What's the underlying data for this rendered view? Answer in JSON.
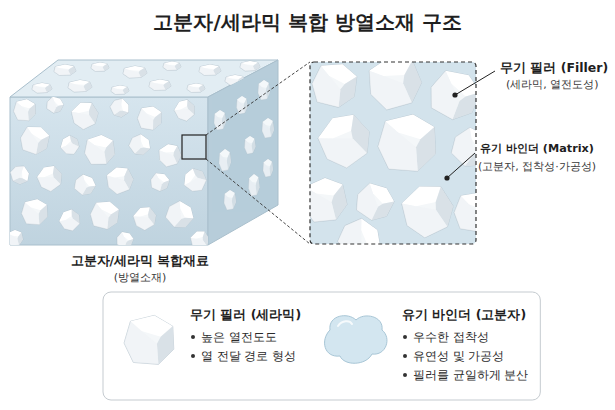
{
  "diagram": {
    "title": "고분자/세라믹 복합 방열소재 구조",
    "nodes": [
      {
        "text": [
          "무기 필러 (세라믹)",
          "높은 열전도도",
          "열 전달 경로 형성"
        ]
      },
      {
        "text": [
          "유기 바인더 (고분자)",
          "우수한 접착성",
          "유연성 및 가공성",
          "필러를 균일하게 분산"
        ]
      }
    ],
    "labels": [
      "무기 필러 (Filler)",
      "(세라믹, 열전도성)",
      "유기 바인더 (Matrix)",
      "(고분자, 접착성·가공성)",
      "고분자/세라믹 복합재료",
      "(방열소재)"
    ]
  }
}
